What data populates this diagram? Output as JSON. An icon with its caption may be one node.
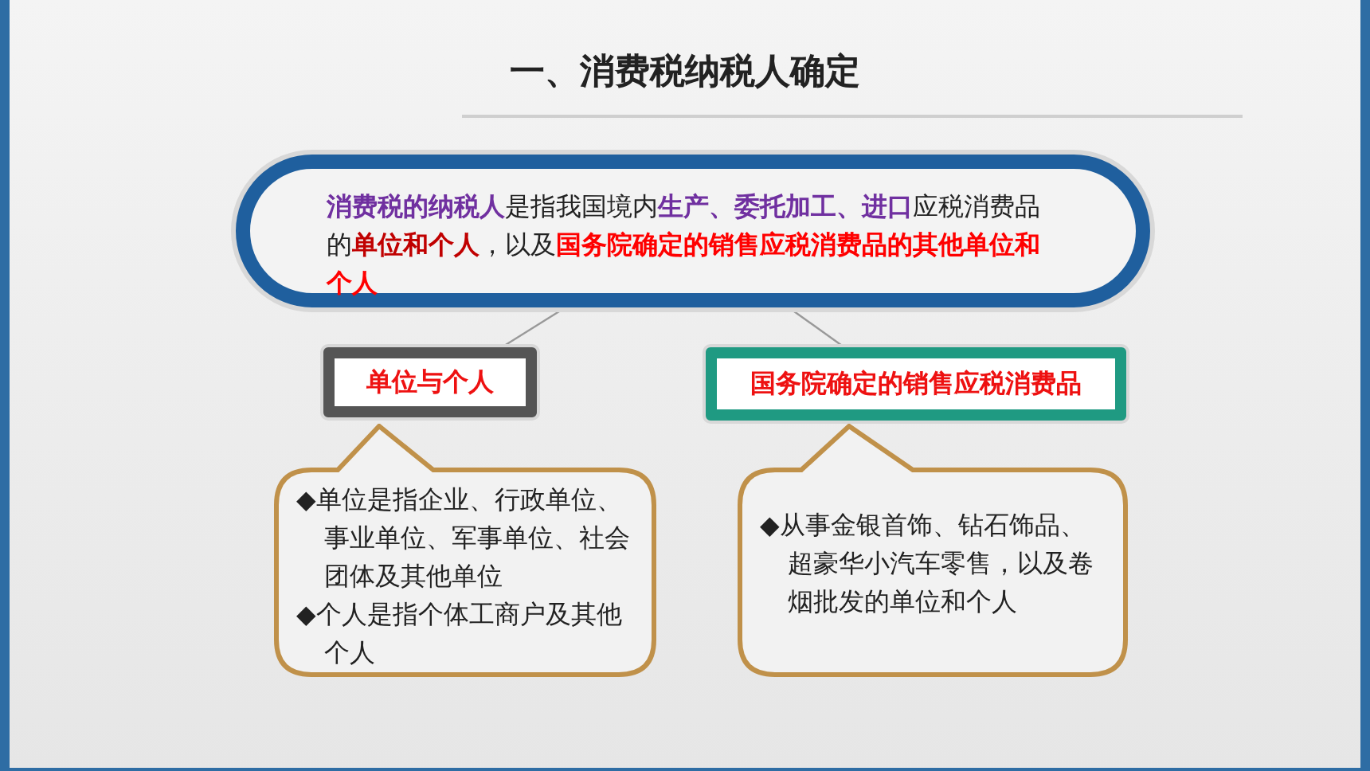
{
  "diagram": {
    "title": "一、消费税纳税人确定",
    "nodes": [
      {
        "text": [
          "**消费税的纳税人**是指我国境内**生产、委托加工、进口**应税消费品的**单位和个人**，以及**国务院确定的销售应税消费品的其他单位和个人**"
        ]
      },
      {
        "text": [
          "单位与个人"
        ]
      },
      {
        "text": [
          "国务院确定的销售应税消费品"
        ]
      },
      {
        "text": [
          "◆单位是指企业、行政单位、事业单位、军事单位、社会团体及其他单位",
          "◆个人是指个体工商户及其他个人"
        ]
      },
      {
        "text": [
          "◆从事金银首饰、钻石饰品、超豪华小汽车零售，以及卷烟批发的单位和个人"
        ]
      }
    ],
    "edges": [
      {
        "from": 0,
        "to": 1,
        "arrow": "none"
      },
      {
        "from": 0,
        "to": 2,
        "arrow": "none"
      }
    ]
  }
}
